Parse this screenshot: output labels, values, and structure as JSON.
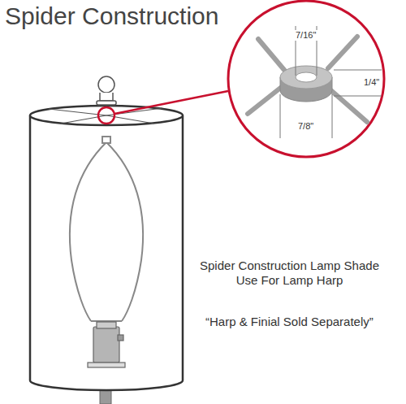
{
  "diagram": {
    "title": "Spider Construction",
    "labels": [
      "7/16\"",
      "1/4\"",
      "7/8\"",
      "Spider Construction Lamp Shade Use For Lamp Harp",
      "“Harp & Finial Sold Separately”"
    ]
  }
}
